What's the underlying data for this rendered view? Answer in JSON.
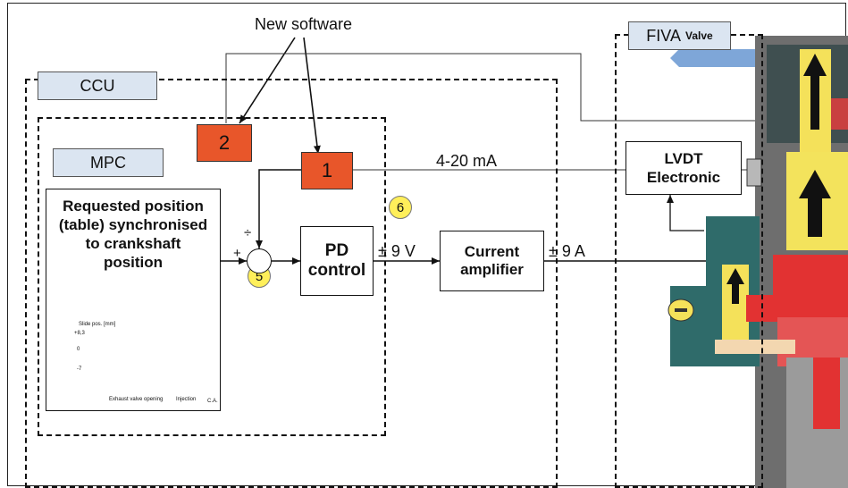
{
  "header": {
    "new_software": "New software"
  },
  "ccu": {
    "label": "CCU"
  },
  "mpc": {
    "label": "MPC"
  },
  "fiva": {
    "label": "FIVA",
    "sublabel": "Valve"
  },
  "markers": {
    "two": "2",
    "one": "1"
  },
  "badges": {
    "five": "5",
    "six": "6"
  },
  "requested": {
    "text": "Requested position (table) synchronised to crankshaft position"
  },
  "summing": {
    "minus": "÷",
    "plus": "+"
  },
  "pd": {
    "line1": "PD",
    "line2": "control"
  },
  "current_amp": {
    "line1": "Current",
    "line2": "amplifier"
  },
  "lvdt": {
    "line1": "LVDT",
    "line2": "Electronic"
  },
  "signals": {
    "ma": "4-20 mA",
    "volt": "± 9 V",
    "amp": "± 9 A"
  },
  "mini_chart": {
    "ylabel": "Slide pos. [mm]",
    "ticks": [
      "+8,3",
      "0",
      "-7"
    ],
    "xlabel_1": "Exhaust valve opening",
    "xlabel_2": "Injection",
    "xunit": "C.A."
  },
  "colors": {
    "marker": "#e8562a",
    "badge": "#ffef5a",
    "tag": "#dbe5f1"
  }
}
